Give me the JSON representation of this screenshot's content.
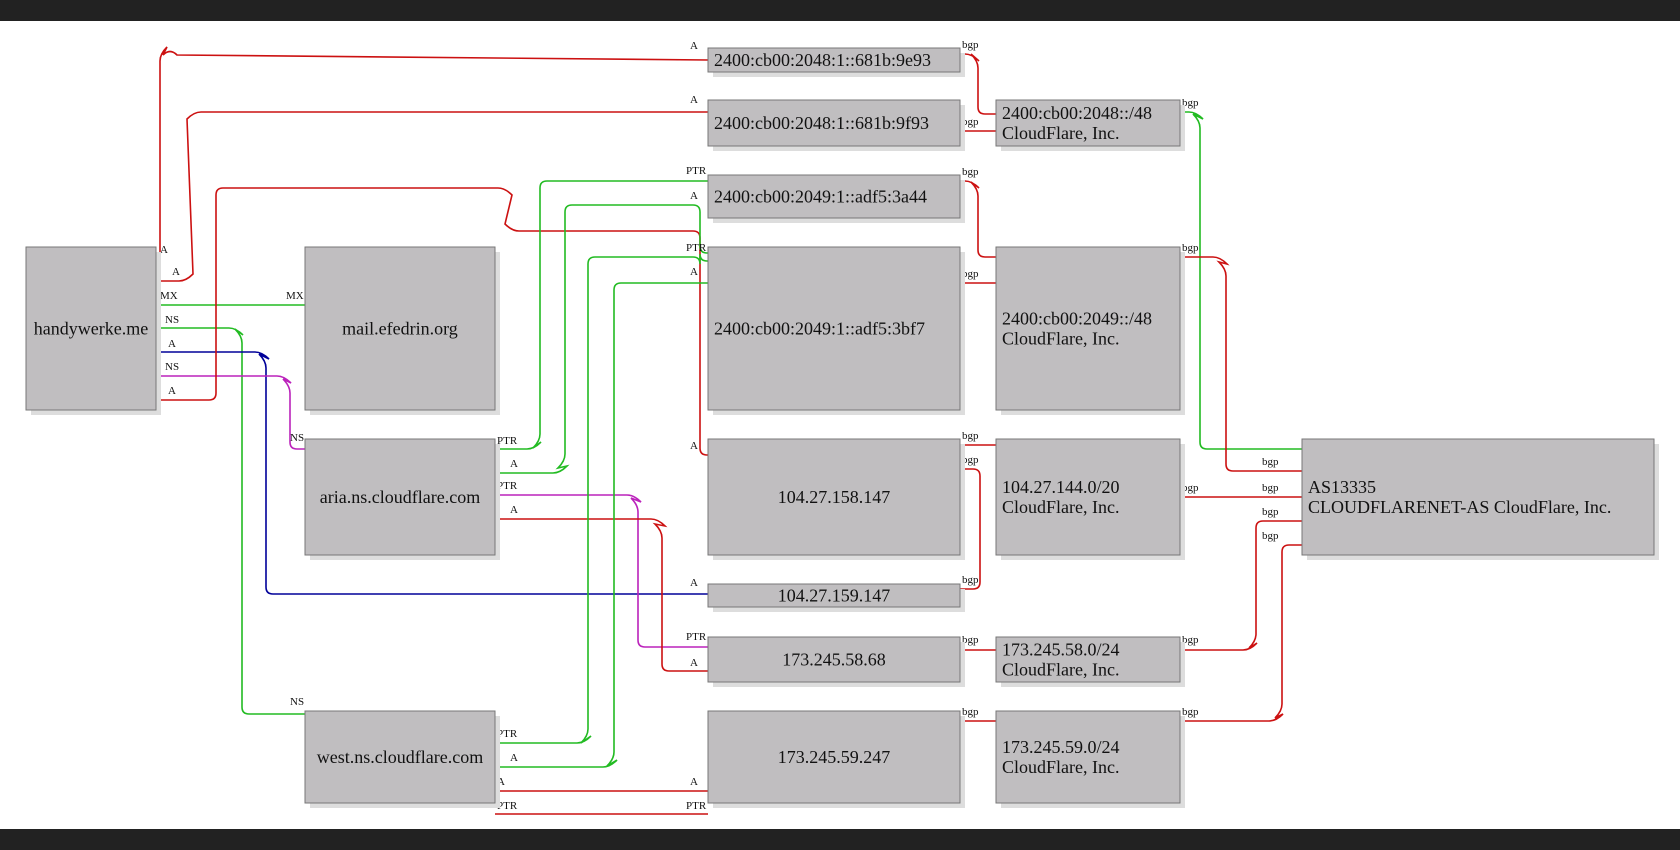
{
  "colors": {
    "frame": "#222222",
    "canvas": "#ffffff",
    "node_fill": "#c0bec0",
    "A": "#cc1111",
    "bgp": "#cc1111",
    "NS": "#22bb22",
    "PTR": "#22bb22",
    "MX": "#22bb22",
    "A_blue": "#000099",
    "NS_magenta": "#bb22bb",
    "PTR_magenta": "#bb22bb"
  },
  "nodes": [
    {
      "id": "handywerke",
      "lines": [
        "handywerke.me"
      ]
    },
    {
      "id": "mail_efedrin",
      "lines": [
        "mail.efedrin.org"
      ]
    },
    {
      "id": "aria_ns",
      "lines": [
        "aria.ns.cloudflare.com"
      ]
    },
    {
      "id": "west_ns",
      "lines": [
        "west.ns.cloudflare.com"
      ]
    },
    {
      "id": "ip6_9e93",
      "lines": [
        "2400:cb00:2048:1::681b:9e93"
      ]
    },
    {
      "id": "ip6_9f93",
      "lines": [
        "2400:cb00:2048:1::681b:9f93"
      ]
    },
    {
      "id": "ip6_3a44",
      "lines": [
        "2400:cb00:2049:1::adf5:3a44"
      ]
    },
    {
      "id": "ip6_3bf7",
      "lines": [
        "2400:cb00:2049:1::adf5:3bf7"
      ]
    },
    {
      "id": "ip_158",
      "lines": [
        "104.27.158.147"
      ]
    },
    {
      "id": "ip_159",
      "lines": [
        "104.27.159.147"
      ]
    },
    {
      "id": "ip_58_68",
      "lines": [
        "173.245.58.68"
      ]
    },
    {
      "id": "ip_59_247",
      "lines": [
        "173.245.59.247"
      ]
    },
    {
      "id": "net6_2048",
      "lines": [
        "2400:cb00:2048::/48",
        "CloudFlare, Inc."
      ]
    },
    {
      "id": "net6_2049",
      "lines": [
        "2400:cb00:2049::/48",
        "CloudFlare, Inc."
      ]
    },
    {
      "id": "net_104",
      "lines": [
        "104.27.144.0/20",
        "CloudFlare, Inc."
      ]
    },
    {
      "id": "net_58",
      "lines": [
        "173.245.58.0/24",
        "CloudFlare, Inc."
      ]
    },
    {
      "id": "net_59",
      "lines": [
        "173.245.59.0/24",
        "CloudFlare, Inc."
      ]
    },
    {
      "id": "as13335",
      "lines": [
        "AS13335",
        "CLOUDFLARENET-AS CloudFlare, Inc."
      ]
    }
  ],
  "edges": [
    {
      "id": "e1",
      "type": "A",
      "color": "A",
      "head_label": "A",
      "tail_label": "A"
    },
    {
      "id": "e2",
      "type": "A",
      "color": "A",
      "head_label": "A",
      "tail_label": "A"
    },
    {
      "id": "e3",
      "type": "MX",
      "color": "MX",
      "head_label": "MX",
      "tail_label": "MX"
    },
    {
      "id": "e4",
      "type": "NS",
      "color": "NS",
      "head_label": "NS",
      "tail_label": "NS"
    },
    {
      "id": "e5",
      "type": "A",
      "color": "A_blue",
      "head_label": "A",
      "tail_label": "A"
    },
    {
      "id": "e6",
      "type": "NS",
      "color": "NS_magenta",
      "head_label": "NS",
      "tail_label": "NS"
    },
    {
      "id": "e7",
      "type": "A",
      "color": "A",
      "head_label": "A",
      "tail_label": "A"
    },
    {
      "id": "e8",
      "type": "PTR",
      "color": "PTR",
      "head_label": "PTR",
      "tail_label": "PTR"
    },
    {
      "id": "e9",
      "type": "A",
      "color": "PTR",
      "head_label": "A",
      "tail_label": "A"
    },
    {
      "id": "e10",
      "type": "PTR",
      "color": "PTR_magenta",
      "head_label": "PTR",
      "tail_label": "PTR"
    },
    {
      "id": "e11",
      "type": "A",
      "color": "A",
      "head_label": "A",
      "tail_label": "A"
    },
    {
      "id": "e12",
      "type": "PTR",
      "color": "PTR",
      "head_label": "PTR",
      "tail_label": "PTR"
    },
    {
      "id": "e13",
      "type": "A",
      "color": "PTR",
      "head_label": "A",
      "tail_label": "A"
    },
    {
      "id": "e14",
      "type": "A",
      "color": "A",
      "head_label": "A",
      "tail_label": "A"
    },
    {
      "id": "e15",
      "type": "PTR",
      "color": "A",
      "head_label": "PTR",
      "tail_label": "PTR"
    },
    {
      "id": "e16",
      "type": "bgp",
      "color": "bgp",
      "head_label": "bgp",
      "tail_label": "bgp"
    },
    {
      "id": "e17",
      "type": "bgp",
      "color": "bgp",
      "head_label": "bgp",
      "tail_label": "bgp"
    },
    {
      "id": "e18",
      "type": "bgp",
      "color": "bgp",
      "head_label": "bgp",
      "tail_label": "bgp"
    },
    {
      "id": "e19",
      "type": "bgp",
      "color": "bgp",
      "head_label": "bgp",
      "tail_label": "bgp"
    },
    {
      "id": "e20",
      "type": "bgp",
      "color": "bgp",
      "head_label": "bgp",
      "tail_label": "bgp"
    },
    {
      "id": "e21",
      "type": "bgp",
      "color": "bgp",
      "head_label": "bgp",
      "tail_label": "bgp"
    },
    {
      "id": "e22",
      "type": "bgp",
      "color": "bgp",
      "head_label": "bgp",
      "tail_label": "bgp"
    },
    {
      "id": "e23",
      "type": "bgp",
      "color": "bgp",
      "head_label": "bgp",
      "tail_label": "bgp"
    },
    {
      "id": "e24",
      "type": "bgp",
      "color": "NS",
      "head_label": "bgp",
      "tail_label": "bgp"
    },
    {
      "id": "e25",
      "type": "bgp",
      "color": "bgp",
      "head_label": "bgp",
      "tail_label": "bgp"
    },
    {
      "id": "e26",
      "type": "bgp",
      "color": "bgp",
      "head_label": "bgp",
      "tail_label": "bgp"
    },
    {
      "id": "e27",
      "type": "bgp",
      "color": "bgp",
      "head_label": "bgp",
      "tail_label": "bgp"
    },
    {
      "id": "e28",
      "type": "bgp",
      "color": "bgp",
      "head_label": "bgp",
      "tail_label": "bgp"
    }
  ]
}
